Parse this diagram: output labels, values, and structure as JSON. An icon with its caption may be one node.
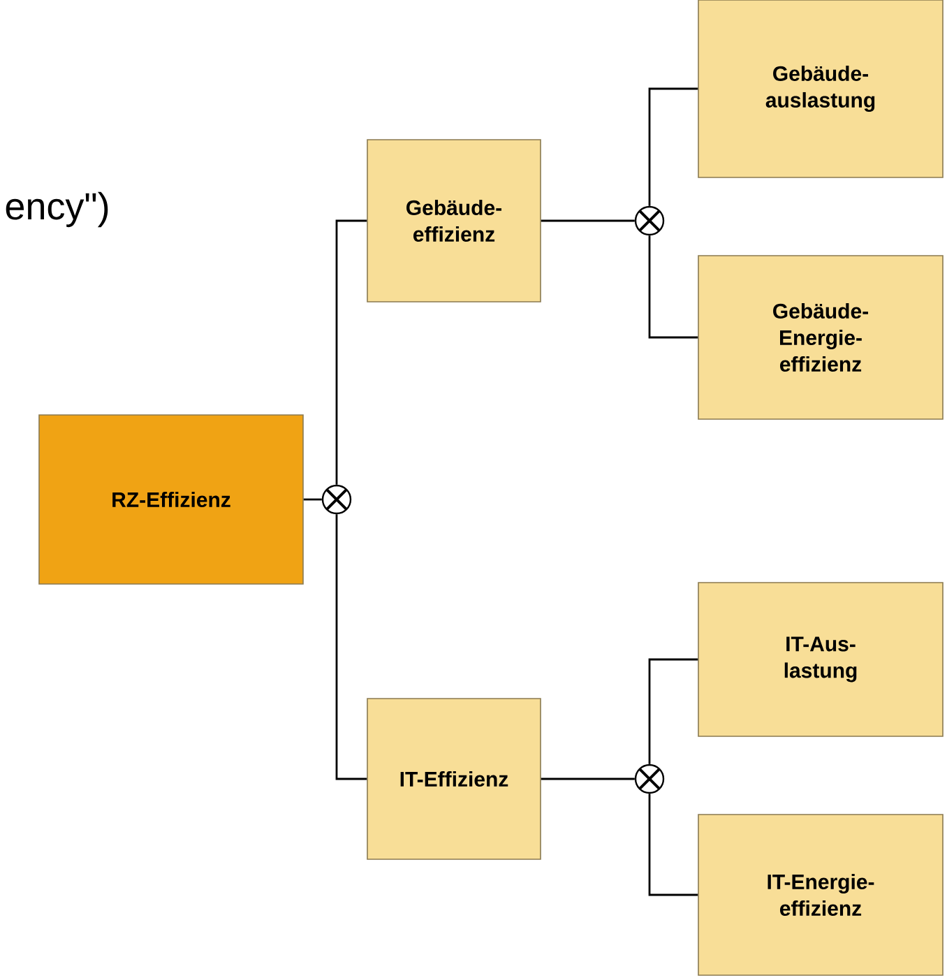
{
  "diagram": {
    "nodes": [
      {
        "text": [
          "RZ-Effizienz"
        ]
      },
      {
        "text": [],
        "shape": "circle"
      },
      {
        "text": [
          "Gebäude- effizienz"
        ]
      },
      {
        "text": [],
        "shape": "circle"
      },
      {
        "text": [
          "Gebäude- auslastung"
        ]
      },
      {
        "text": [
          "Gebäude- Energie- effizienz"
        ]
      },
      {
        "text": [
          "IT-Effizienz"
        ]
      },
      {
        "text": [],
        "shape": "circle"
      },
      {
        "text": [
          "IT-Aus- lastung"
        ]
      },
      {
        "text": [
          "IT-Energie- effizienz"
        ]
      }
    ],
    "edges": [
      {
        "from": 0,
        "to": 1,
        "arrow": "none"
      },
      {
        "from": 1,
        "to": 2,
        "arrow": "none"
      },
      {
        "from": 1,
        "to": 6,
        "arrow": "none"
      },
      {
        "from": 2,
        "to": 3,
        "arrow": "none"
      },
      {
        "from": 3,
        "to": 4,
        "arrow": "none"
      },
      {
        "from": 3,
        "to": 5,
        "arrow": "none"
      },
      {
        "from": 6,
        "to": 7,
        "arrow": "none"
      },
      {
        "from": 7,
        "to": 8,
        "arrow": "none"
      },
      {
        "from": 7,
        "to": 9,
        "arrow": "none"
      }
    ],
    "labels": [
      "ency\")"
    ]
  }
}
